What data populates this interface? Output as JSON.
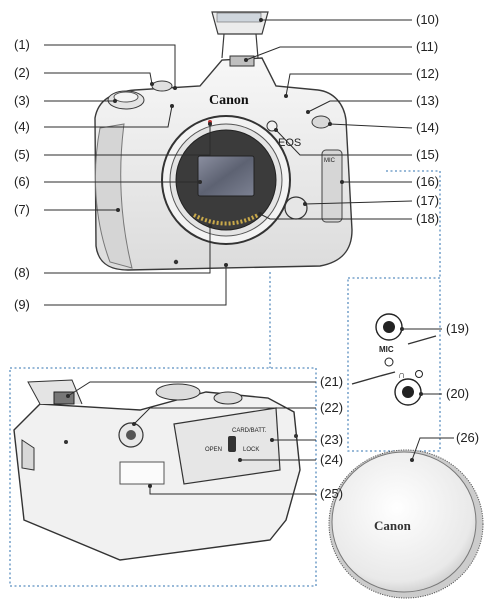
{
  "camera_front": {
    "brand": "Canon",
    "model_badge": "EOS"
  },
  "terminal_panel": {
    "mic_label": "MIC"
  },
  "camera_bottom": {
    "card_battery_label": "CARD/BATT.",
    "open_label": "OPEN",
    "lock_label": "LOCK"
  },
  "body_cap": {
    "brand": "Canon"
  },
  "callouts": {
    "c1": "(1)",
    "c2": "(2)",
    "c3": "(3)",
    "c4": "(4)",
    "c5": "(5)",
    "c6": "(6)",
    "c7": "(7)",
    "c8": "(8)",
    "c9": "(9)",
    "c10": "(10)",
    "c11": "(11)",
    "c12": "(12)",
    "c13": "(13)",
    "c14": "(14)",
    "c15": "(15)",
    "c16": "(16)",
    "c17": "(17)",
    "c18": "(18)",
    "c19": "(19)",
    "c20": "(20)",
    "c21": "(21)",
    "c22": "(22)",
    "c23": "(23)",
    "c24": "(24)",
    "c25": "(25)",
    "c26": "(26)"
  }
}
